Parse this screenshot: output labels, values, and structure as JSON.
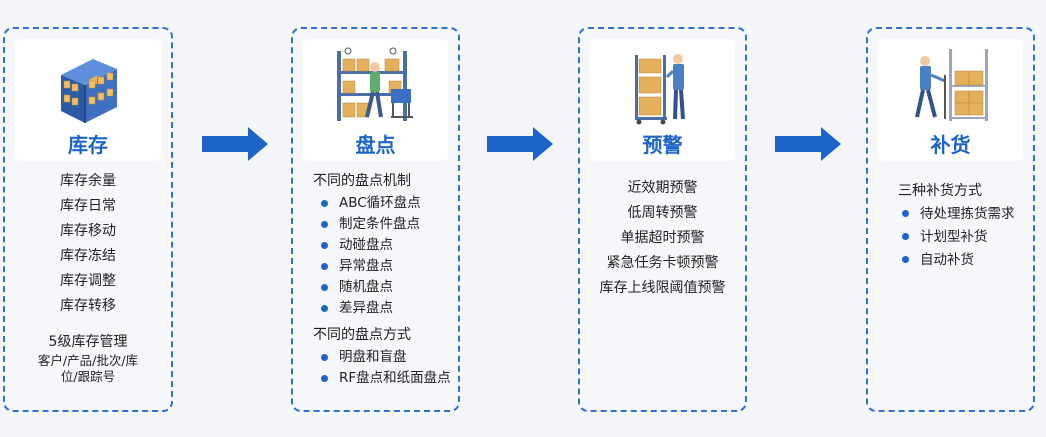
{
  "inventory": {
    "title": "库存",
    "items": [
      "库存余量",
      "库存日常",
      "库存移动",
      "库存冻结",
      "库存调整",
      "库存转移"
    ],
    "management_title": "5级库存管理",
    "management_desc_line1": "客户/产品/批次/库",
    "management_desc_line2": "位/跟踪号"
  },
  "stocktake": {
    "title": "盘点",
    "mechanism_title": "不同的盘点机制",
    "mechanisms": [
      "ABC循环盘点",
      "制定条件盘点",
      "动碰盘点",
      "异常盘点",
      "随机盘点",
      "差异盘点"
    ],
    "method_title": "不同的盘点方式",
    "methods": [
      "明盘和盲盘",
      "RF盘点和纸面盘点"
    ]
  },
  "alert": {
    "title": "预警",
    "items": [
      "近效期预警",
      "低周转预警",
      "单据超时预警",
      "紧急任务卡顿预警",
      "库存上线限阈值预警"
    ]
  },
  "replenish": {
    "title": "补货",
    "method_title": "三种补货方式",
    "methods": [
      "待处理拣货需求",
      "计划型补货",
      "自动补货"
    ]
  },
  "colors": {
    "accent": "#1d64c8",
    "border": "#2f6fd1",
    "box": "#e3b05c",
    "worker": "#4a7fc1"
  },
  "icons": [
    "warehouse-rack-icon",
    "stocktake-worker-icon",
    "alert-worker-icon",
    "replenish-worker-icon",
    "arrow-right-icon"
  ]
}
